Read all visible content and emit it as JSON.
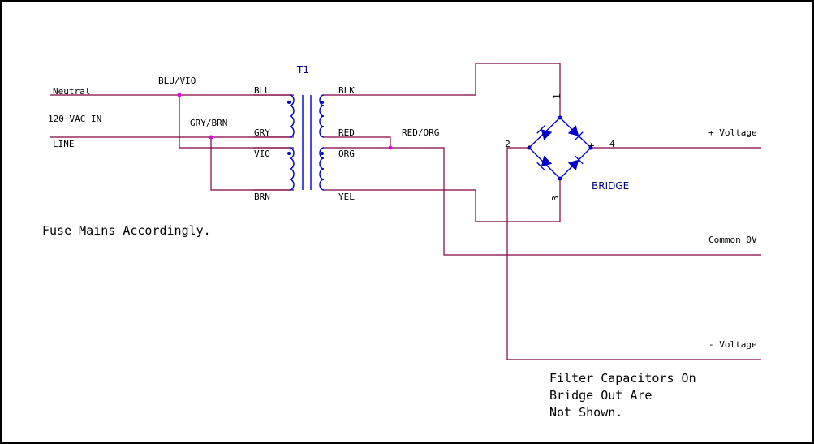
{
  "labels": {
    "neutral": "Neutral",
    "vac_in": "120 VAC IN",
    "line": "LINE",
    "blu_vio": "BLU/VIO",
    "gry_brn": "GRY/BRN",
    "t1": "T1",
    "blu": "BLU",
    "gry": "GRY",
    "vio": "VIO",
    "brn": "BRN",
    "blk": "BLK",
    "red": "RED",
    "org": "ORG",
    "yel": "YEL",
    "red_org": "RED/ORG",
    "bridge": "BRIDGE",
    "pin1": "1",
    "pin2": "2",
    "pin3": "3",
    "pin4": "4",
    "minus_sign": "-",
    "plus_sign": "+",
    "plus_voltage": "+ Voltage",
    "common": "Common 0V",
    "minus_voltage": "- Voltage",
    "fuse_note": "Fuse Mains Accordingly.",
    "filter_note_1": "Filter Capacitors On",
    "filter_note_2": "Bridge Out Are",
    "filter_note_3": "Not Shown."
  },
  "colors": {
    "wire": "#800040",
    "component": "#0000cc",
    "junction": "#e000e0",
    "label_blue": "#000080"
  }
}
